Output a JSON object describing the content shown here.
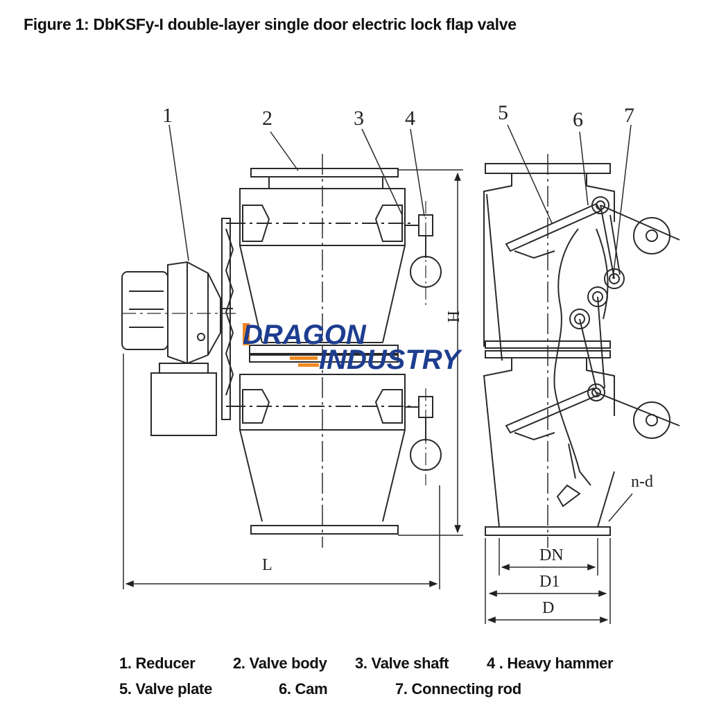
{
  "title": "Figure 1: DbKSFy-I double-layer single door electric lock flap valve",
  "callouts": [
    "1",
    "2",
    "3",
    "4",
    "5",
    "6",
    "7"
  ],
  "dimensions": {
    "length": "L",
    "height": "H",
    "nominal_diameter": "DN",
    "bolt_circle": "D1",
    "outer_diameter": "D",
    "bolt_holes": "n-d"
  },
  "watermark": {
    "line1": "DRAGON",
    "line2": "INDUSTRY"
  },
  "legend": {
    "item1": "1. Reducer",
    "item2": "2. Valve body",
    "item3": "3. Valve shaft",
    "item4": "4 . Heavy hammer",
    "item5": "5. Valve plate",
    "item6": "6. Cam",
    "item7": "7. Connecting rod"
  },
  "colors": {
    "line": "#2a2a2a",
    "watermark_blue": "#1d3d8f",
    "watermark_orange": "#f08a24"
  }
}
